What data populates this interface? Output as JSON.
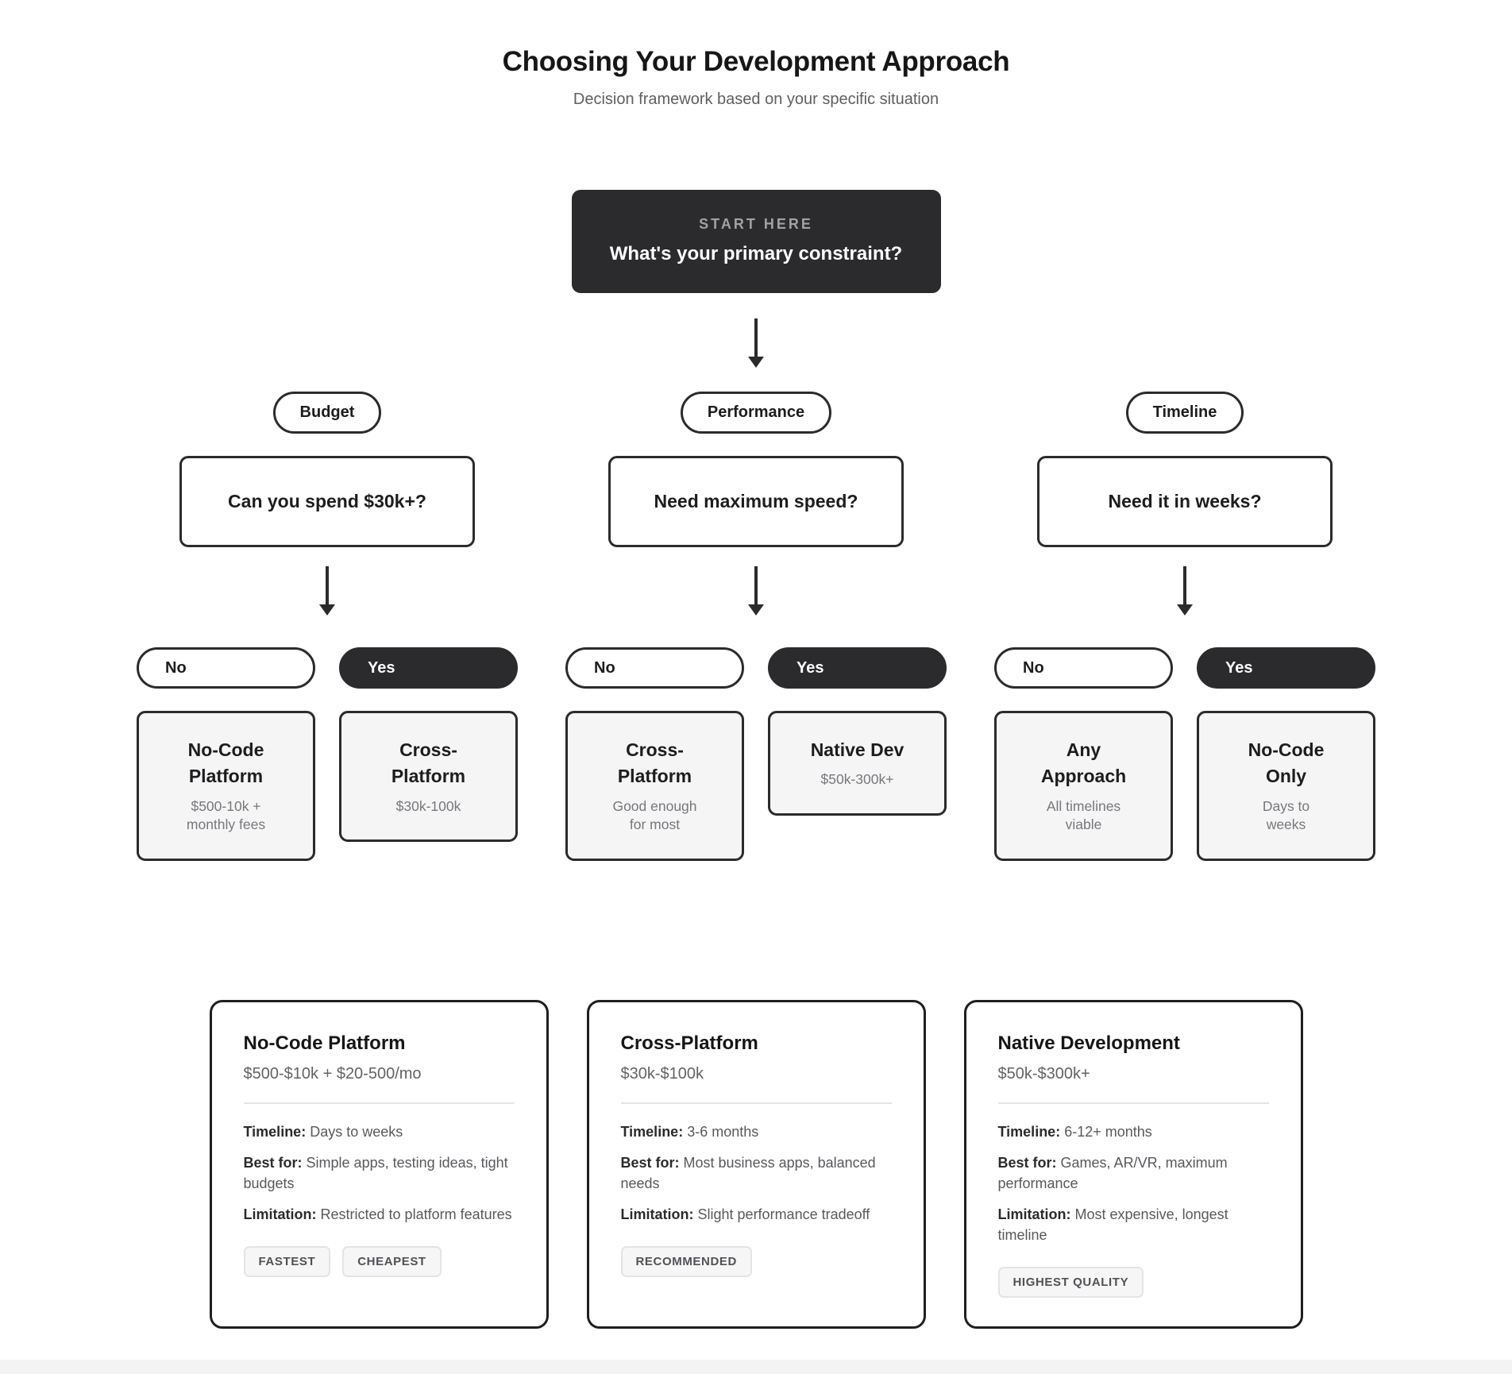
{
  "header": {
    "title": "Choosing Your Development Approach",
    "subtitle": "Decision framework based on your specific situation"
  },
  "start": {
    "label": "START HERE",
    "question": "What's your primary constraint?"
  },
  "branches": [
    {
      "category": "Budget",
      "question": "Can you spend $30k+?",
      "answers": [
        {
          "label": "No",
          "result_title": "No-Code\nPlatform",
          "result_detail": "$500-10k +\nmonthly fees"
        },
        {
          "label": "Yes",
          "result_title": "Cross-\nPlatform",
          "result_detail": "$30k-100k"
        }
      ]
    },
    {
      "category": "Performance",
      "question": "Need maximum speed?",
      "answers": [
        {
          "label": "No",
          "result_title": "Cross-\nPlatform",
          "result_detail": "Good enough\nfor most"
        },
        {
          "label": "Yes",
          "result_title": "Native Dev",
          "result_detail": "$50k-300k+"
        }
      ]
    },
    {
      "category": "Timeline",
      "question": "Need it in weeks?",
      "answers": [
        {
          "label": "No",
          "result_title": "Any\nApproach",
          "result_detail": "All timelines\nviable"
        },
        {
          "label": "Yes",
          "result_title": "No-Code\nOnly",
          "result_detail": "Days to\nweeks"
        }
      ]
    }
  ],
  "cards": [
    {
      "title": "No-Code Platform",
      "price": "$500-$10k + $20-500/mo",
      "specs": [
        {
          "label": "Timeline:",
          "value": "Days to weeks"
        },
        {
          "label": "Best for:",
          "value": "Simple apps, testing ideas, tight budgets"
        },
        {
          "label": "Limitation:",
          "value": "Restricted to platform features"
        }
      ],
      "badges": [
        "FASTEST",
        "CHEAPEST"
      ]
    },
    {
      "title": "Cross-Platform",
      "price": "$30k-$100k",
      "specs": [
        {
          "label": "Timeline:",
          "value": "3-6 months"
        },
        {
          "label": "Best for:",
          "value": "Most business apps, balanced needs"
        },
        {
          "label": "Limitation:",
          "value": "Slight performance tradeoff"
        }
      ],
      "badges": [
        "RECOMMENDED"
      ]
    },
    {
      "title": "Native Development",
      "price": "$50k-$300k+",
      "specs": [
        {
          "label": "Timeline:",
          "value": "6-12+ months"
        },
        {
          "label": "Best for:",
          "value": "Games, AR/VR, maximum performance"
        },
        {
          "label": "Limitation:",
          "value": "Most expensive, longest timeline"
        }
      ],
      "badges": [
        "HIGHEST QUALITY"
      ]
    }
  ],
  "colors": {
    "dark_node": "#2b2b2d",
    "result_bg": "#f5f5f6",
    "muted_text": "#77777c",
    "badge_bg": "#f6f6f7"
  }
}
